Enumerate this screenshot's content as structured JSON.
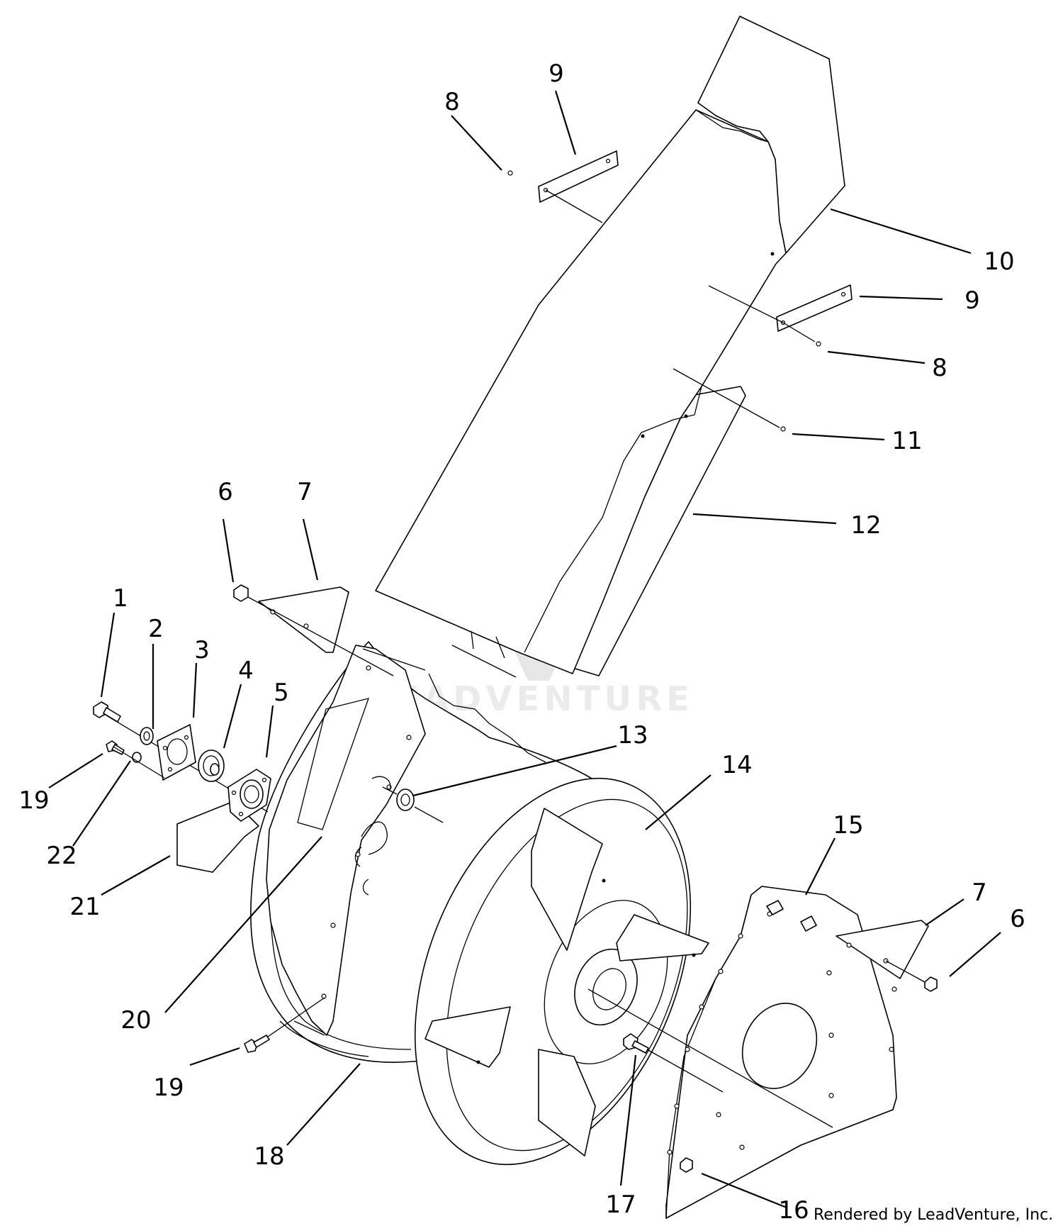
{
  "watermark": {
    "text": "LEADVENTURE"
  },
  "credit": "Rendered by LeadVenture, Inc.",
  "callouts": [
    {
      "label": "1",
      "part": "bolt"
    },
    {
      "label": "2",
      "part": "washer"
    },
    {
      "label": "3",
      "part": "bearing-flange-plate"
    },
    {
      "label": "4",
      "part": "bearing"
    },
    {
      "label": "5",
      "part": "bearing-flange"
    },
    {
      "label": "6",
      "part": "nut"
    },
    {
      "label": "7",
      "part": "bracket"
    },
    {
      "label": "8",
      "part": "rivet"
    },
    {
      "label": "9",
      "part": "deflector-plate"
    },
    {
      "label": "10",
      "part": "chute-cap"
    },
    {
      "label": "11",
      "part": "rivet"
    },
    {
      "label": "12",
      "part": "chute-side"
    },
    {
      "label": "13",
      "part": "bearing"
    },
    {
      "label": "14",
      "part": "impeller"
    },
    {
      "label": "15",
      "part": "housing-side-plate"
    },
    {
      "label": "16",
      "part": "nut"
    },
    {
      "label": "17",
      "part": "bolt"
    },
    {
      "label": "18",
      "part": "housing"
    },
    {
      "label": "19",
      "part": "bolt"
    },
    {
      "label": "20",
      "part": "decal"
    },
    {
      "label": "21",
      "part": "decal"
    },
    {
      "label": "22",
      "part": "lock-washer"
    }
  ]
}
